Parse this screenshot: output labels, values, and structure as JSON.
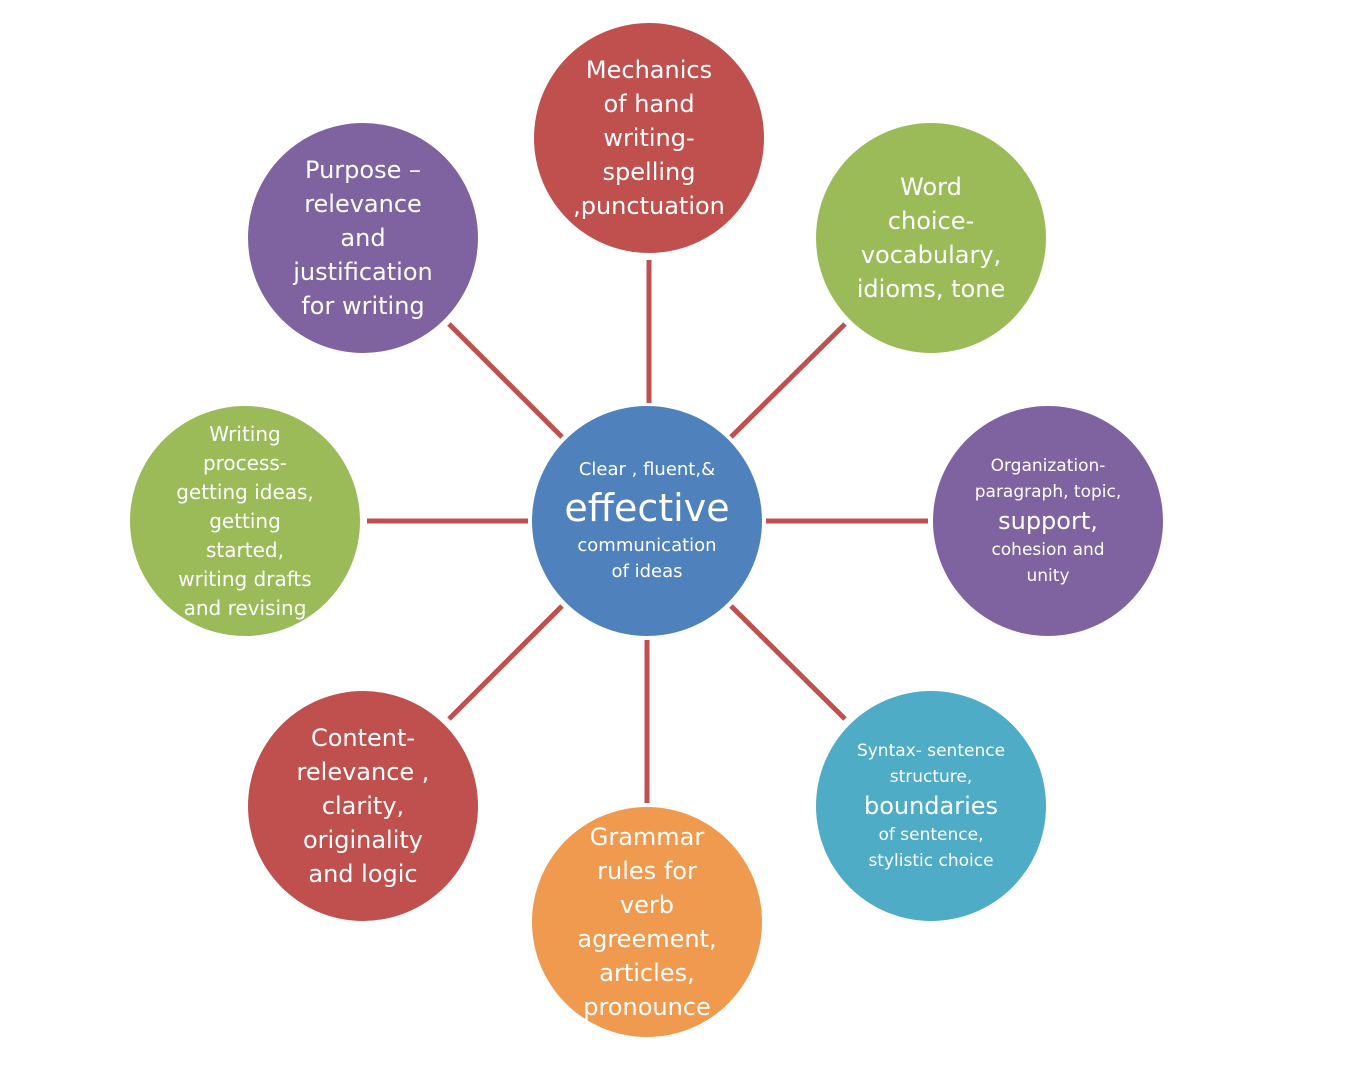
{
  "colors": {
    "red": "#bf504d",
    "green": "#9bbb59",
    "purple": "#7e63a0",
    "teal": "#4facc6",
    "orange": "#ef9a4e",
    "blue": "#4f81bd",
    "connector": "#c0504d"
  },
  "center": {
    "lines": [
      "Clear , fluent,&",
      "effective",
      "communication",
      "of ideas"
    ]
  },
  "nodes": {
    "top": {
      "lines": [
        "Mechanics",
        "of hand",
        "writing-",
        "spelling",
        ",punctuation"
      ]
    },
    "top_right": {
      "lines": [
        "Word",
        "choice-",
        "vocabulary,",
        "idioms, tone"
      ]
    },
    "right": {
      "lines": [
        "Organization-",
        "paragraph, topic,",
        "support,",
        "cohesion and",
        "unity"
      ]
    },
    "bottom_right": {
      "lines": [
        "Syntax- sentence",
        "structure,",
        "boundaries",
        "of sentence,",
        "stylistic choice"
      ]
    },
    "bottom": {
      "lines": [
        "Grammar",
        "rules for",
        "verb",
        "agreement,",
        "articles,",
        "pronounce"
      ]
    },
    "bottom_left": {
      "lines": [
        "Content-",
        "relevance ,",
        "clarity,",
        "originality",
        "and logic"
      ]
    },
    "left": {
      "lines": [
        "Writing",
        "process-",
        "getting ideas,",
        "getting",
        "started,",
        "writing drafts",
        "and revising"
      ]
    },
    "top_left": {
      "lines": [
        "Purpose –",
        "relevance",
        "and",
        "justification",
        "for writing"
      ]
    }
  }
}
